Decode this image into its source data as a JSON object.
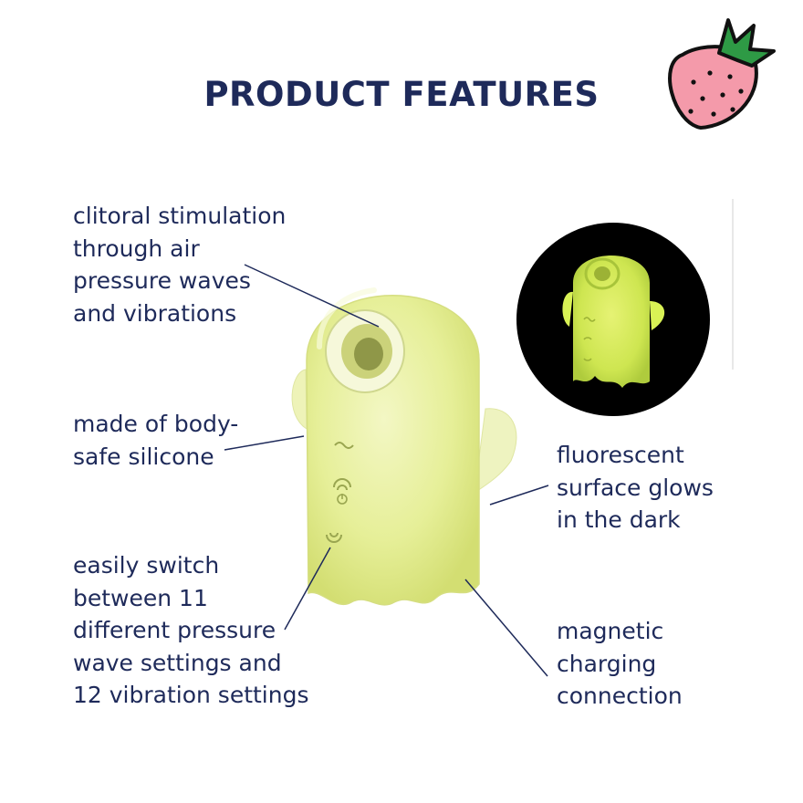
{
  "title": "PRODUCT FEATURES",
  "features": [
    {
      "lines": [
        "clitoral stimulation",
        "through air",
        "pressure waves",
        "and vibrations"
      ]
    },
    {
      "lines": [
        "made of body-",
        "safe silicone"
      ]
    },
    {
      "lines": [
        "easily switch",
        "between 11",
        "different pressure",
        "wave settings and",
        "12 vibration settings"
      ]
    },
    {
      "lines": [
        "fluorescent",
        "surface glows",
        "in the dark"
      ]
    },
    {
      "lines": [
        "magnetic",
        "charging",
        "connection"
      ]
    }
  ],
  "colors": {
    "text": "#1e2a5a",
    "product": "#e6ef98",
    "glow": "#d9f255",
    "strawberry": "#f49aaa",
    "leaf": "#2e9a45"
  },
  "icons": [
    "strawberry-logo-icon",
    "wave-icon",
    "power-icon",
    "vibration-icon"
  ]
}
